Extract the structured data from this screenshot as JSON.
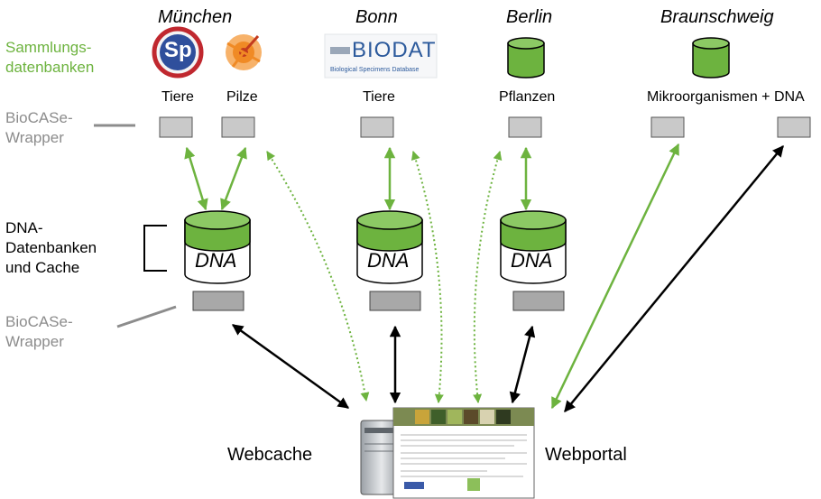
{
  "locations": {
    "muenchen": "München",
    "bonn": "Bonn",
    "berlin": "Berlin",
    "braunschweig": "Braunschweig"
  },
  "left_labels": {
    "sammlungs_line1": "Sammlungs-",
    "sammlungs_line2": "datenbanken",
    "biocase_top_line1": "BioCASe-",
    "biocase_top_line2": "Wrapper",
    "dna_line1": "DNA-",
    "dna_line2": "Datenbanken",
    "dna_line3": "und Cache",
    "biocase_bottom_line1": "BioCASe-",
    "biocase_bottom_line2": "Wrapper"
  },
  "collections": {
    "tiere_muenchen": "Tiere",
    "pilze": "Pilze",
    "tiere_bonn": "Tiere",
    "pflanzen": "Pflanzen",
    "mikro": "Mikroorganismen + DNA"
  },
  "logos": {
    "sp": "Sp",
    "biodat": "BIODAT",
    "biodat_tagline": "Biological Specimens Database"
  },
  "dna_label": "DNA",
  "bottom": {
    "webcache": "Webcache",
    "webportal": "Webportal"
  },
  "colors": {
    "green": "#6db33f",
    "green_dark": "#4e8f2a",
    "wrapper_grey": "#c9c9c9",
    "wrapper_grey_dark": "#a8a8a8",
    "label_grey": "#8c8c8c"
  }
}
